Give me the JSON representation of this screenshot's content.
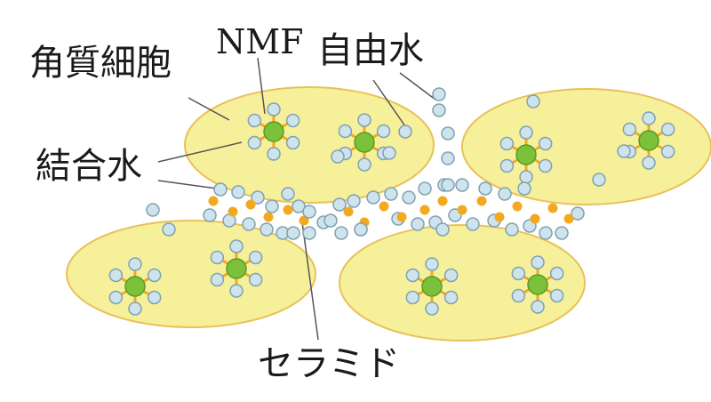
{
  "labels": {
    "corneocyte": "角質細胞",
    "nmf": "NMF",
    "free_water": "自由水",
    "bound_water": "結合水",
    "ceramide": "セラミド"
  },
  "colors": {
    "cell_fill": "#f7f09a",
    "cell_stroke": "#e8c15a",
    "water_fill": "#cfe3ec",
    "water_stroke": "#7ea2b2",
    "nmf_fill": "#7cc13a",
    "ceramide": "#f2a91f",
    "leader_line": "#555555"
  }
}
